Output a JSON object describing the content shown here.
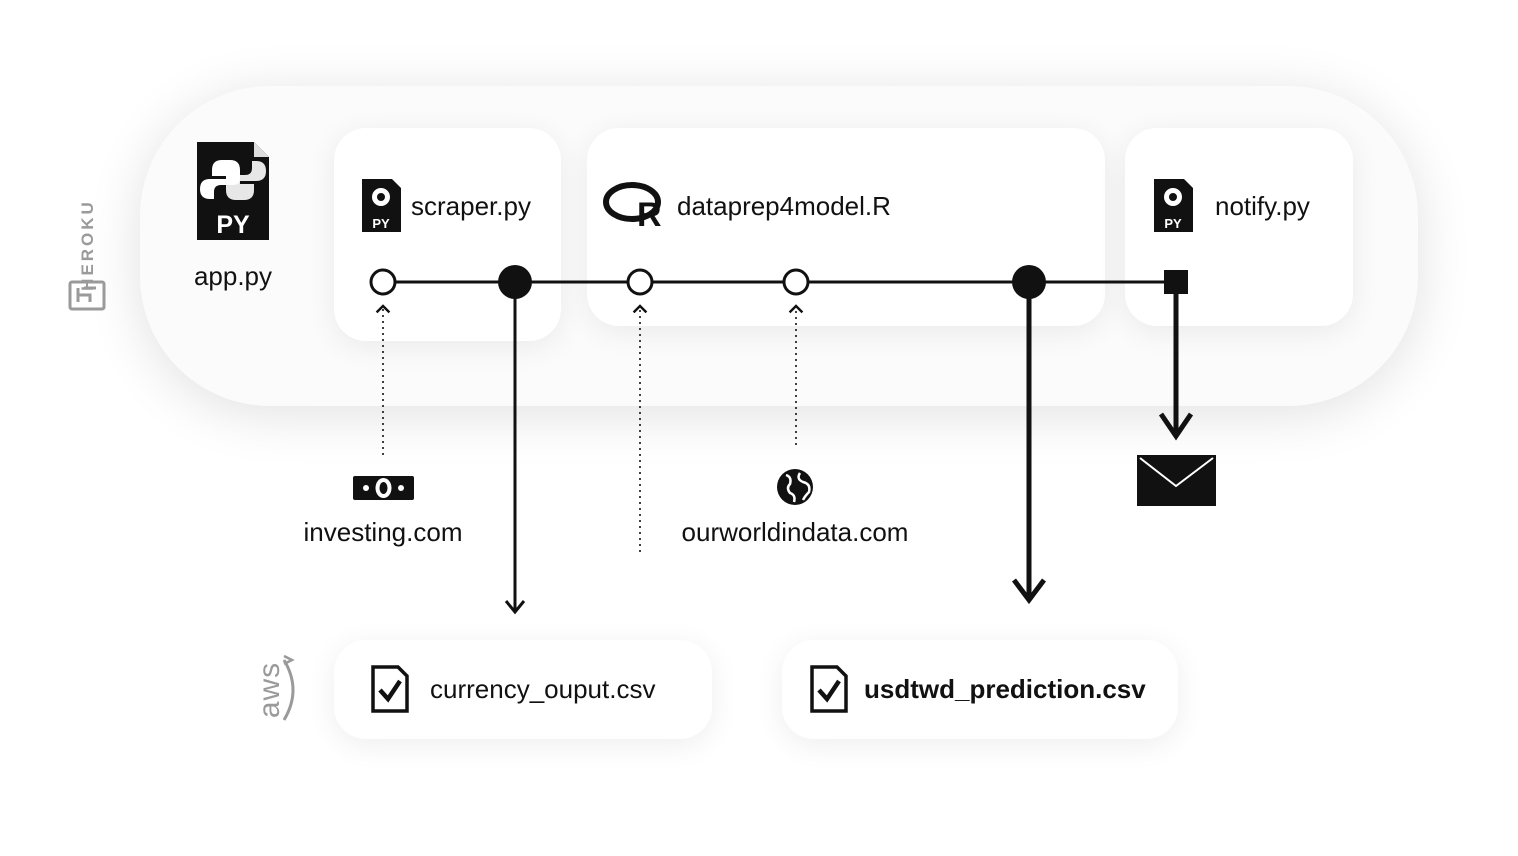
{
  "platforms": {
    "compute": "HEROKU",
    "storage": "aws"
  },
  "scripts": {
    "app": "app.py",
    "scraper": "scraper.py",
    "dataprep": "dataprep4model.R",
    "notify": "notify.py"
  },
  "file_badges": {
    "python": "PY"
  },
  "sources": {
    "investing": "investing.com",
    "ourworldindata": "ourworldindata.com"
  },
  "outputs": {
    "currency": "currency_ouput.csv",
    "prediction": "usdtwd_prediction.csv"
  },
  "icons": {
    "app": "python-file-icon",
    "scraper": "python-file-icon",
    "dataprep": "r-logo-icon",
    "notify": "python-file-icon",
    "investing": "money-icon",
    "ourworldindata": "globe-icon",
    "email": "envelope-icon",
    "csv": "document-check-icon"
  }
}
